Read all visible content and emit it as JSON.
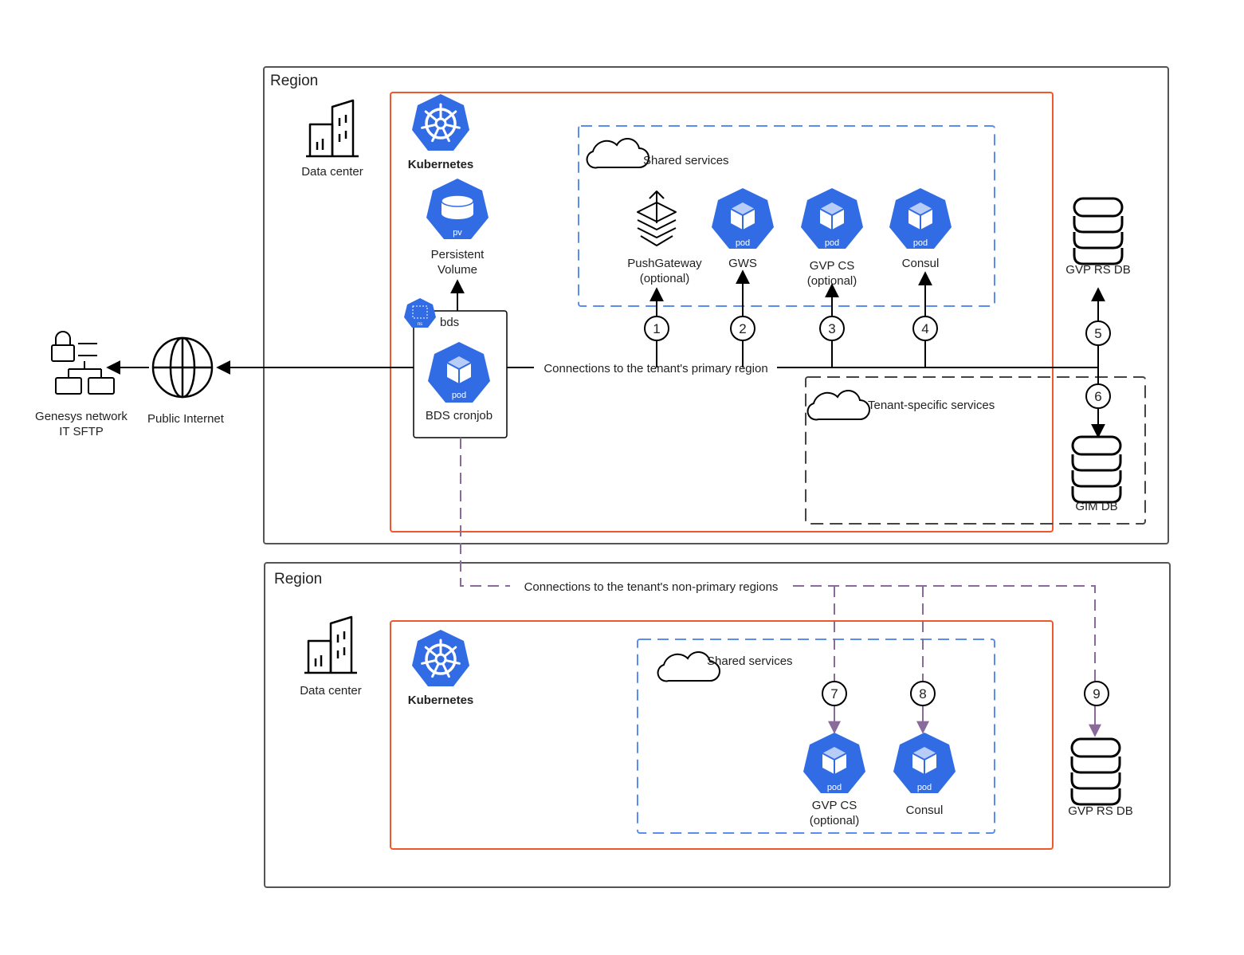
{
  "regions": {
    "primary_title": "Region",
    "secondary_title": "Region"
  },
  "left": {
    "sftp_line1": "Genesys network",
    "sftp_line2": "IT SFTP",
    "internet": "Public Internet"
  },
  "primary": {
    "data_center": "Data center",
    "kubernetes": "Kubernetes",
    "pv_badge": "pv",
    "pv_line1": "Persistent",
    "pv_line2": "Volume",
    "ns_badge": "ns",
    "ns_label": "bds",
    "bds_badge": "pod",
    "bds_label": "BDS cronjob",
    "shared_title": "Shared services",
    "pushgateway_line1": "PushGateway",
    "pushgateway_line2": "(optional)",
    "gws_badge": "pod",
    "gws_label": "GWS",
    "gvpcs_badge": "pod",
    "gvpcs_line1": "GVP CS",
    "gvpcs_line2": "(optional)",
    "consul_badge": "pod",
    "consul_label": "Consul",
    "gvprsdb_label": "GVP RS DB",
    "tenant_title": "Tenant-specific services",
    "gimdb_label": "GIM DB",
    "connections_label": "Connections to the tenant's primary region"
  },
  "secondary": {
    "data_center": "Data center",
    "kubernetes": "Kubernetes",
    "shared_title": "Shared services",
    "gvpcs_badge": "pod",
    "gvpcs_line1": "GVP CS",
    "gvpcs_line2": "(optional)",
    "consul_badge": "pod",
    "consul_label": "Consul",
    "gvprsdb_label": "GVP RS DB",
    "connections_label": "Connections to the tenant's non-primary regions"
  },
  "steps": [
    "1",
    "2",
    "3",
    "4",
    "5",
    "6",
    "7",
    "8",
    "9"
  ],
  "colors": {
    "kubernetes_blue": "#326ce5",
    "cluster_border": "#f0572a",
    "shared_border": "#5b8def",
    "connection_purple": "#8a6a9b",
    "region_border": "#555555"
  }
}
